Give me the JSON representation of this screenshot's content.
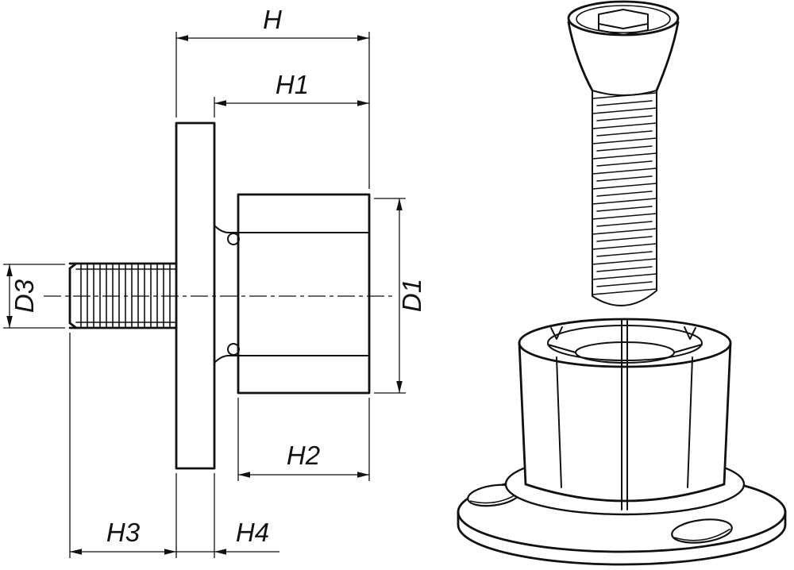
{
  "drawing": {
    "background": "#ffffff",
    "line_color": "#111111",
    "labels": {
      "h": "H",
      "h1": "H1",
      "h2": "H2",
      "h3": "H3",
      "h4": "H4",
      "d1": "D1",
      "d3": "D3"
    }
  }
}
